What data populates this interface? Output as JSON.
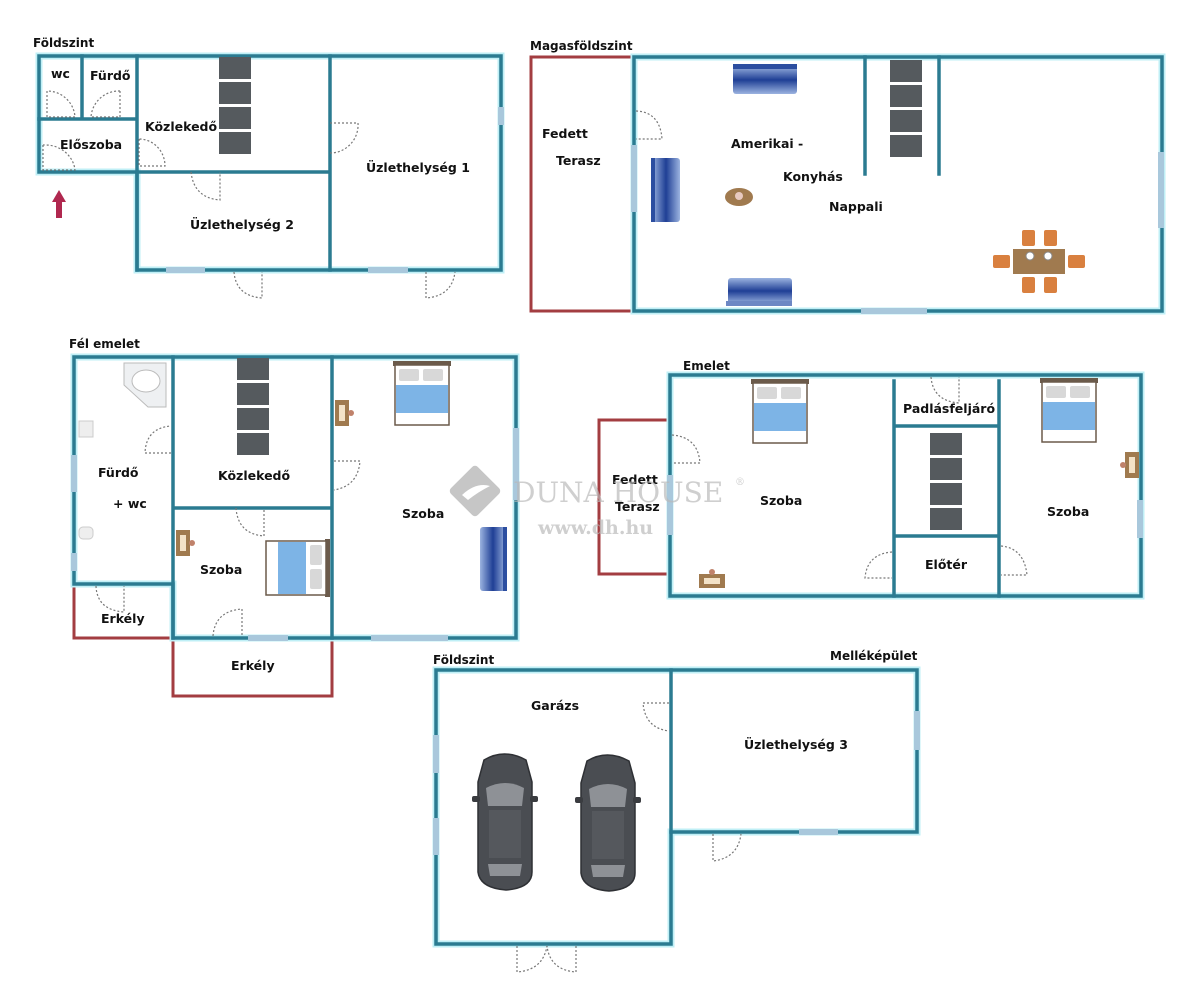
{
  "levels": {
    "foldszint": "Földszint",
    "magasfoldszint": "Magasföldszint",
    "fel_emelet": "Fél emelet",
    "emelet": "Emelet",
    "foldszint2": "Földszint",
    "mellekepulet": "Melléképület"
  },
  "rooms": {
    "wc": "wc",
    "furdo1": "Fürdő",
    "eloszoba": "Előszoba",
    "kozlekedo1": "Közlekedő",
    "uzlet1": "Üzlethelység 1",
    "uzlet2": "Üzlethelység 2",
    "fedett1": "Fedett",
    "terasz1": "Terasz",
    "amerikai": "Amerikai -",
    "konyhas": "Konyhás",
    "nappali": "Nappali",
    "furdo2": "Fürdő",
    "wc2": "+ wc",
    "kozlekedo2": "Közlekedő",
    "szoba1": "Szoba",
    "szoba2": "Szoba",
    "erkely1": "Erkély",
    "erkely2": "Erkély",
    "fedett2": "Fedett",
    "terasz2": "Terasz",
    "szoba3": "Szoba",
    "padlas": "Padlásfeljáró",
    "eloter": "Előtér",
    "szoba4": "Szoba",
    "garazs": "Garázs",
    "uzlet3": "Üzlethelység 3"
  },
  "watermark": {
    "brand": "DUNA HOUSE",
    "registered": "®",
    "url": "www.dh.hu"
  },
  "icons": {
    "entrance": "entrance-arrow-icon",
    "stairs": "stairs-icon",
    "sofa": "sofa-icon",
    "bed": "bed-icon",
    "car": "car-icon",
    "dining": "dining-table-icon",
    "desk": "desk-icon",
    "bathtub": "bathtub-icon"
  },
  "colors": {
    "wall": "#2b7b91",
    "terrace_wall": "#a33d41",
    "window": "#a9c8dc",
    "stairs": "#555a5e",
    "furniture_blue": "#3b5fa8",
    "bed_blue": "#7db4e6",
    "wood": "#a07a4f",
    "chair": "#d9803f",
    "entrance_arrow": "#b0284f"
  }
}
